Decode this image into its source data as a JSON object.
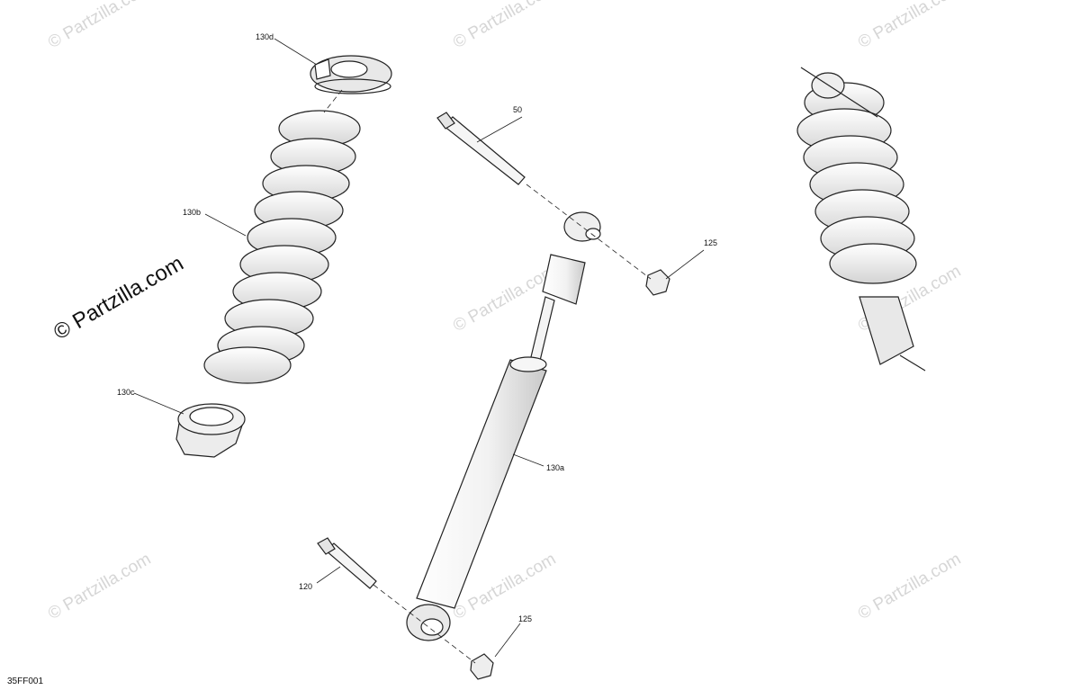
{
  "watermark": {
    "small_text": "© Partzilla.com",
    "big_text": "© Partzilla.com"
  },
  "drawing_code": "35FF001",
  "callouts": {
    "c130d": "130d",
    "c130b": "130b",
    "c130c": "130c",
    "c50": "50",
    "c125_top": "125",
    "c130a": "130a",
    "c120": "120",
    "c125_bottom": "125"
  }
}
